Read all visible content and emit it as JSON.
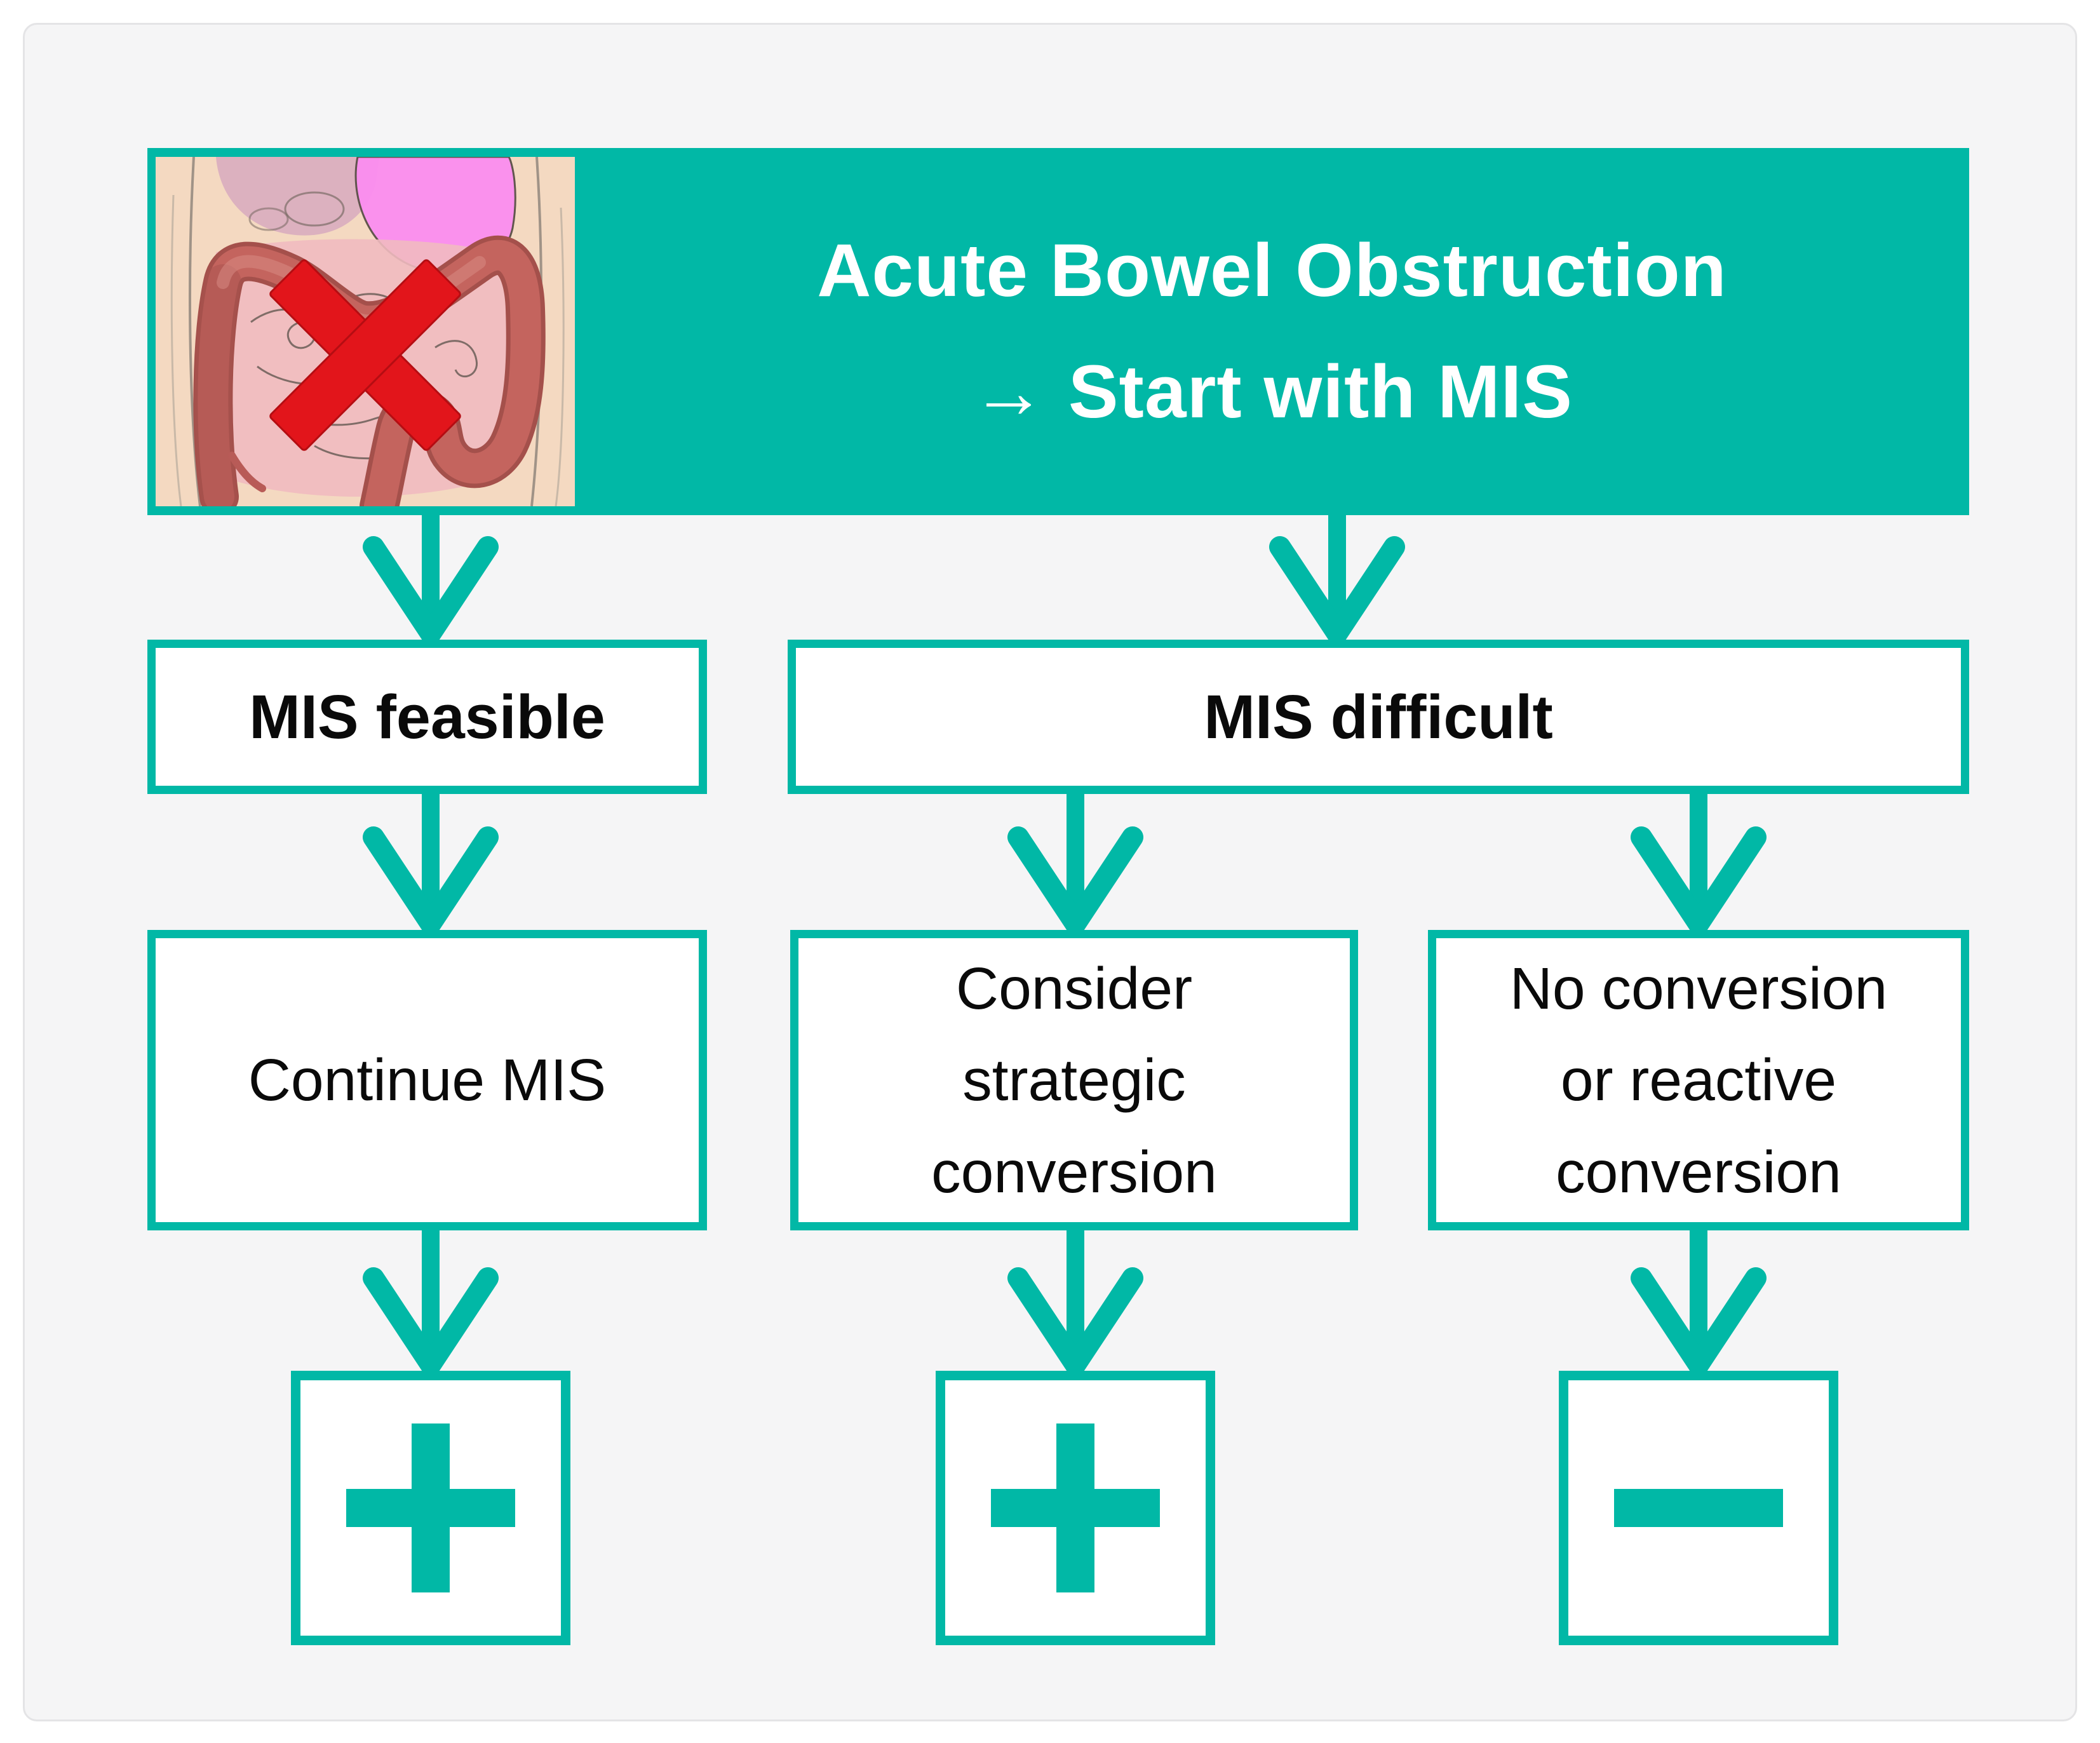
{
  "colors": {
    "accent_teal": "#01b8a6",
    "cross_red": "#e2151b",
    "panel_bg": "#f5f5f6",
    "box_bg": "#ffffff",
    "text_black": "#0a0a0a",
    "header_text": "#ffffff"
  },
  "header": {
    "line1": "Acute Bowel Obstruction",
    "line2": "→ Start with MIS",
    "illustration": "intestines with red cross (bowel obstruction, crossed out)"
  },
  "boxes": {
    "mis_feasible": {
      "label": "MIS feasible"
    },
    "mis_difficult": {
      "label": "MIS difficult"
    },
    "continue_mis": {
      "label": "Continue MIS"
    },
    "consider_strategic": {
      "lines": [
        "Consider",
        "strategic",
        "conversion"
      ]
    },
    "no_conversion": {
      "lines": [
        "No conversion",
        "or reactive",
        "conversion"
      ]
    }
  },
  "outcomes": {
    "continue_mis": {
      "symbol": "+",
      "icon": "plus-icon"
    },
    "strategic_conversion": {
      "symbol": "+",
      "icon": "plus-icon"
    },
    "reactive_conversion": {
      "symbol": "−",
      "icon": "minus-icon"
    }
  }
}
